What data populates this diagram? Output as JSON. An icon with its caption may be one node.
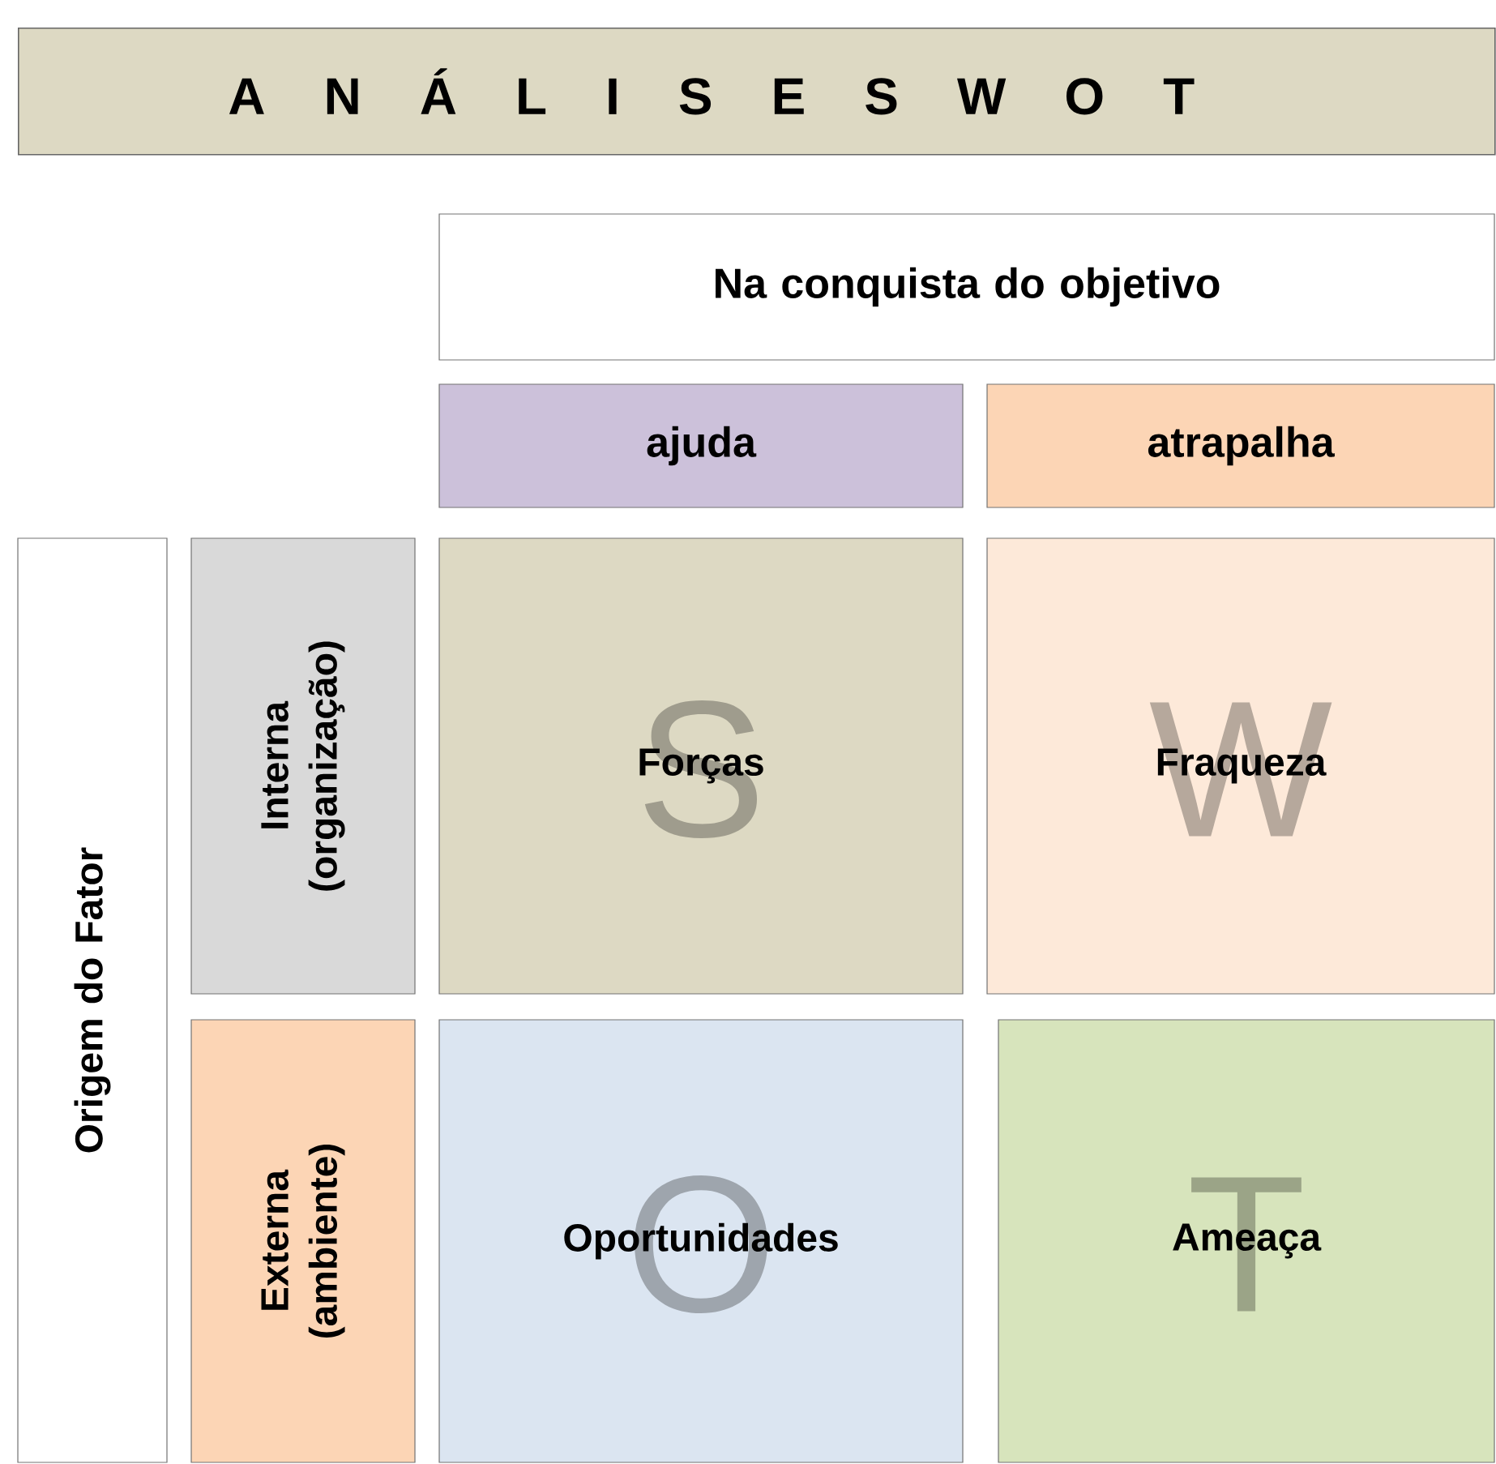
{
  "diagram": {
    "title": "A N Á L I S E S W O T",
    "nodes": [
      {
        "text": [
          "Na conquista do objetivo"
        ]
      },
      {
        "text": [
          "ajuda"
        ]
      },
      {
        "text": [
          "atrapalha"
        ]
      },
      {
        "text": [
          "Origem do Fator"
        ]
      },
      {
        "text": [
          "Interna (organização)"
        ]
      },
      {
        "text": [
          "Externa (ambiente)"
        ]
      },
      {
        "text": [
          "S",
          "Forças"
        ]
      },
      {
        "text": [
          "W",
          "Fraqueza"
        ]
      },
      {
        "text": [
          "O",
          "Oportunidades"
        ]
      },
      {
        "text": [
          "T",
          "Ameaça"
        ]
      }
    ],
    "edges": []
  }
}
